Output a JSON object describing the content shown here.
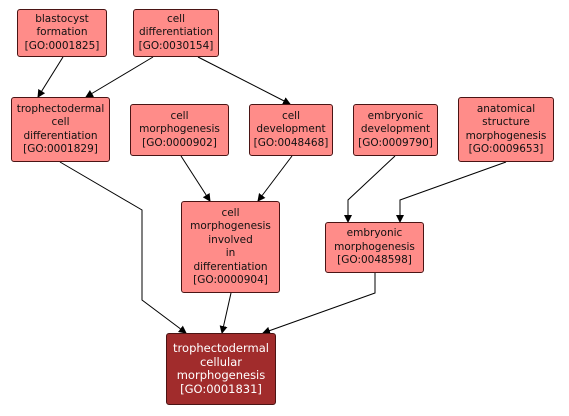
{
  "colors": {
    "node_fill": "#ff8c89",
    "target_fill": "#a12c2c",
    "edge": "#000000",
    "border": "#4a1414"
  },
  "nodes": [
    {
      "id": "n0001825",
      "lines": [
        "blastocyst",
        "formation",
        "[GO:0001825]"
      ]
    },
    {
      "id": "n0030154",
      "lines": [
        "cell",
        "differentiation",
        "[GO:0030154]"
      ]
    },
    {
      "id": "n0001829",
      "lines": [
        "trophectodermal",
        "cell",
        "differentiation",
        "[GO:0001829]"
      ]
    },
    {
      "id": "n0000902",
      "lines": [
        "cell",
        "morphogenesis",
        "[GO:0000902]"
      ]
    },
    {
      "id": "n0048468",
      "lines": [
        "cell",
        "development",
        "[GO:0048468]"
      ]
    },
    {
      "id": "n0009790",
      "lines": [
        "embryonic",
        "development",
        "[GO:0009790]"
      ]
    },
    {
      "id": "n0009653",
      "lines": [
        "anatomical",
        "structure",
        "morphogenesis",
        "[GO:0009653]"
      ]
    },
    {
      "id": "n0000904",
      "lines": [
        "cell",
        "morphogenesis",
        "involved",
        "in",
        "differentiation",
        "[GO:0000904]"
      ]
    },
    {
      "id": "n0048598",
      "lines": [
        "embryonic",
        "morphogenesis",
        "[GO:0048598]"
      ]
    },
    {
      "id": "n0001831",
      "lines": [
        "trophectodermal",
        "cellular",
        "morphogenesis",
        "[GO:0001831]"
      ],
      "target": true
    }
  ],
  "edges": [
    {
      "from": "n0001825",
      "to": "n0001829"
    },
    {
      "from": "n0030154",
      "to": "n0001829"
    },
    {
      "from": "n0030154",
      "to": "n0048468"
    },
    {
      "from": "n0000902",
      "to": "n0000904"
    },
    {
      "from": "n0048468",
      "to": "n0000904"
    },
    {
      "from": "n0009790",
      "to": "n0048598"
    },
    {
      "from": "n0009653",
      "to": "n0048598"
    },
    {
      "from": "n0001829",
      "to": "n0001831"
    },
    {
      "from": "n0000904",
      "to": "n0001831"
    },
    {
      "from": "n0048598",
      "to": "n0001831"
    }
  ]
}
